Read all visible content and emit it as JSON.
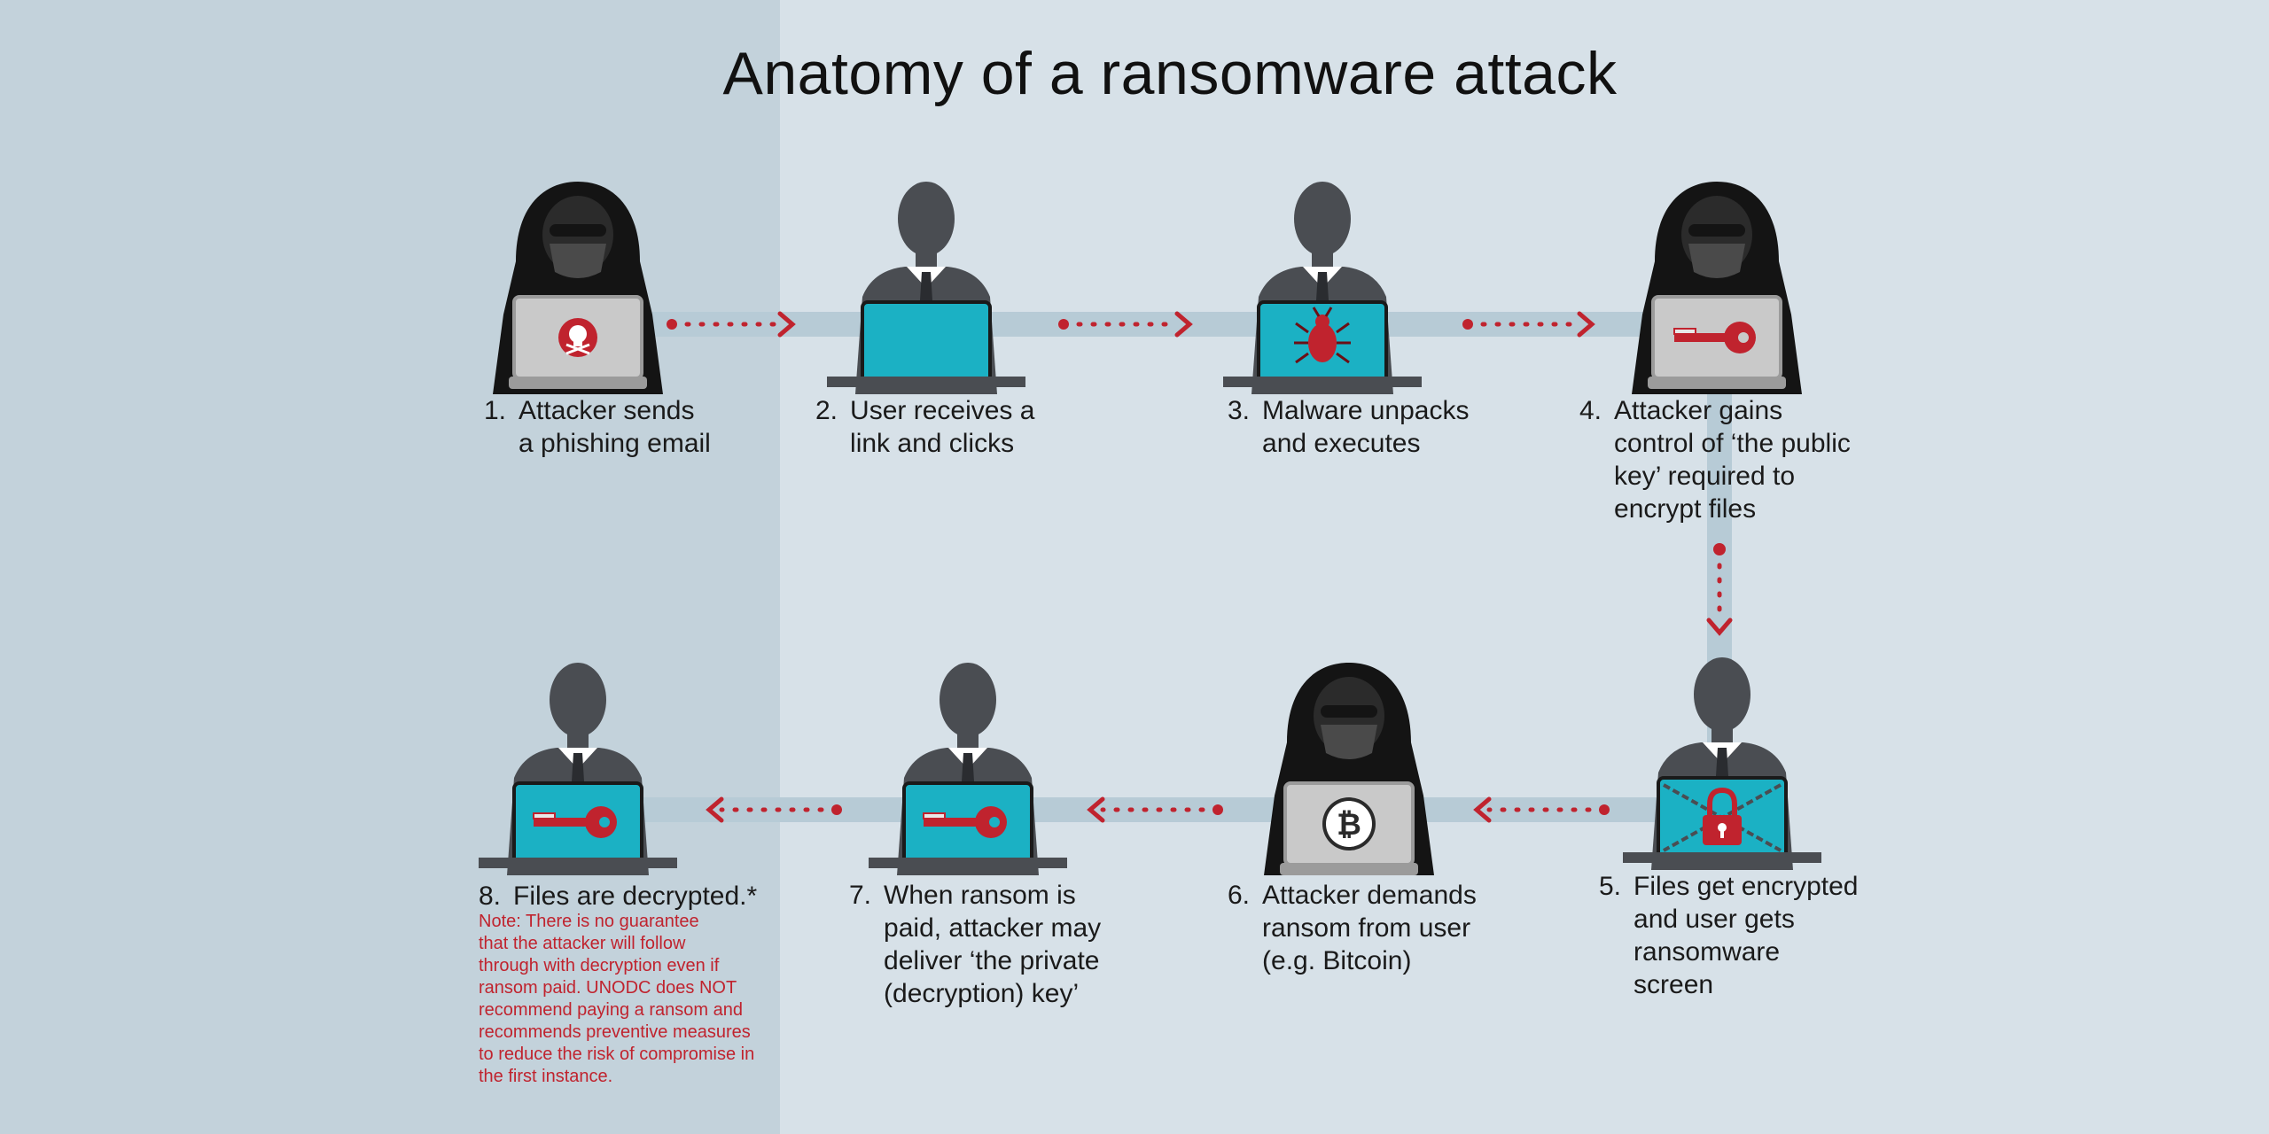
{
  "title": "Anatomy of a ransomware attack",
  "colors": {
    "accent_red": "#c0232e",
    "connector": "#b7cbd6",
    "figure_dark": "#4a4d52",
    "hacker_black": "#141414",
    "laptop_teal": "#1bb1c4",
    "laptop_gray": "#c9c9c9"
  },
  "steps": [
    {
      "num": "1.",
      "text": "Attacker sends\na phishing email",
      "icon": "skull-icon"
    },
    {
      "num": "2.",
      "text": "User receives a\nlink and clicks",
      "icon": "blank-screen"
    },
    {
      "num": "3.",
      "text": "Malware unpacks\nand executes",
      "icon": "bug-icon"
    },
    {
      "num": "4.",
      "text": "Attacker gains\ncontrol of ‘the public\nkey’ required to\nencrypt files",
      "icon": "key-icon"
    },
    {
      "num": "5.",
      "text": "Files get encrypted\nand user gets\nransomware\nscreen",
      "icon": "padlock-icon"
    },
    {
      "num": "6.",
      "text": "Attacker demands\nransom from user\n(e.g. Bitcoin)",
      "icon": "bitcoin-icon"
    },
    {
      "num": "7.",
      "text": "When ransom is\npaid, attacker may\ndeliver ‘the private\n(decryption) key’",
      "icon": "key-icon"
    },
    {
      "num": "8.",
      "text": "Files are decrypted.*",
      "icon": "key-icon"
    }
  ],
  "note": "Note: There is no guarantee\nthat the attacker will follow\nthrough with decryption even if\nransom paid. UNODC does NOT\nrecommend paying a ransom and\nrecommends preventive measures\nto reduce the risk of compromise in\nthe first instance."
}
